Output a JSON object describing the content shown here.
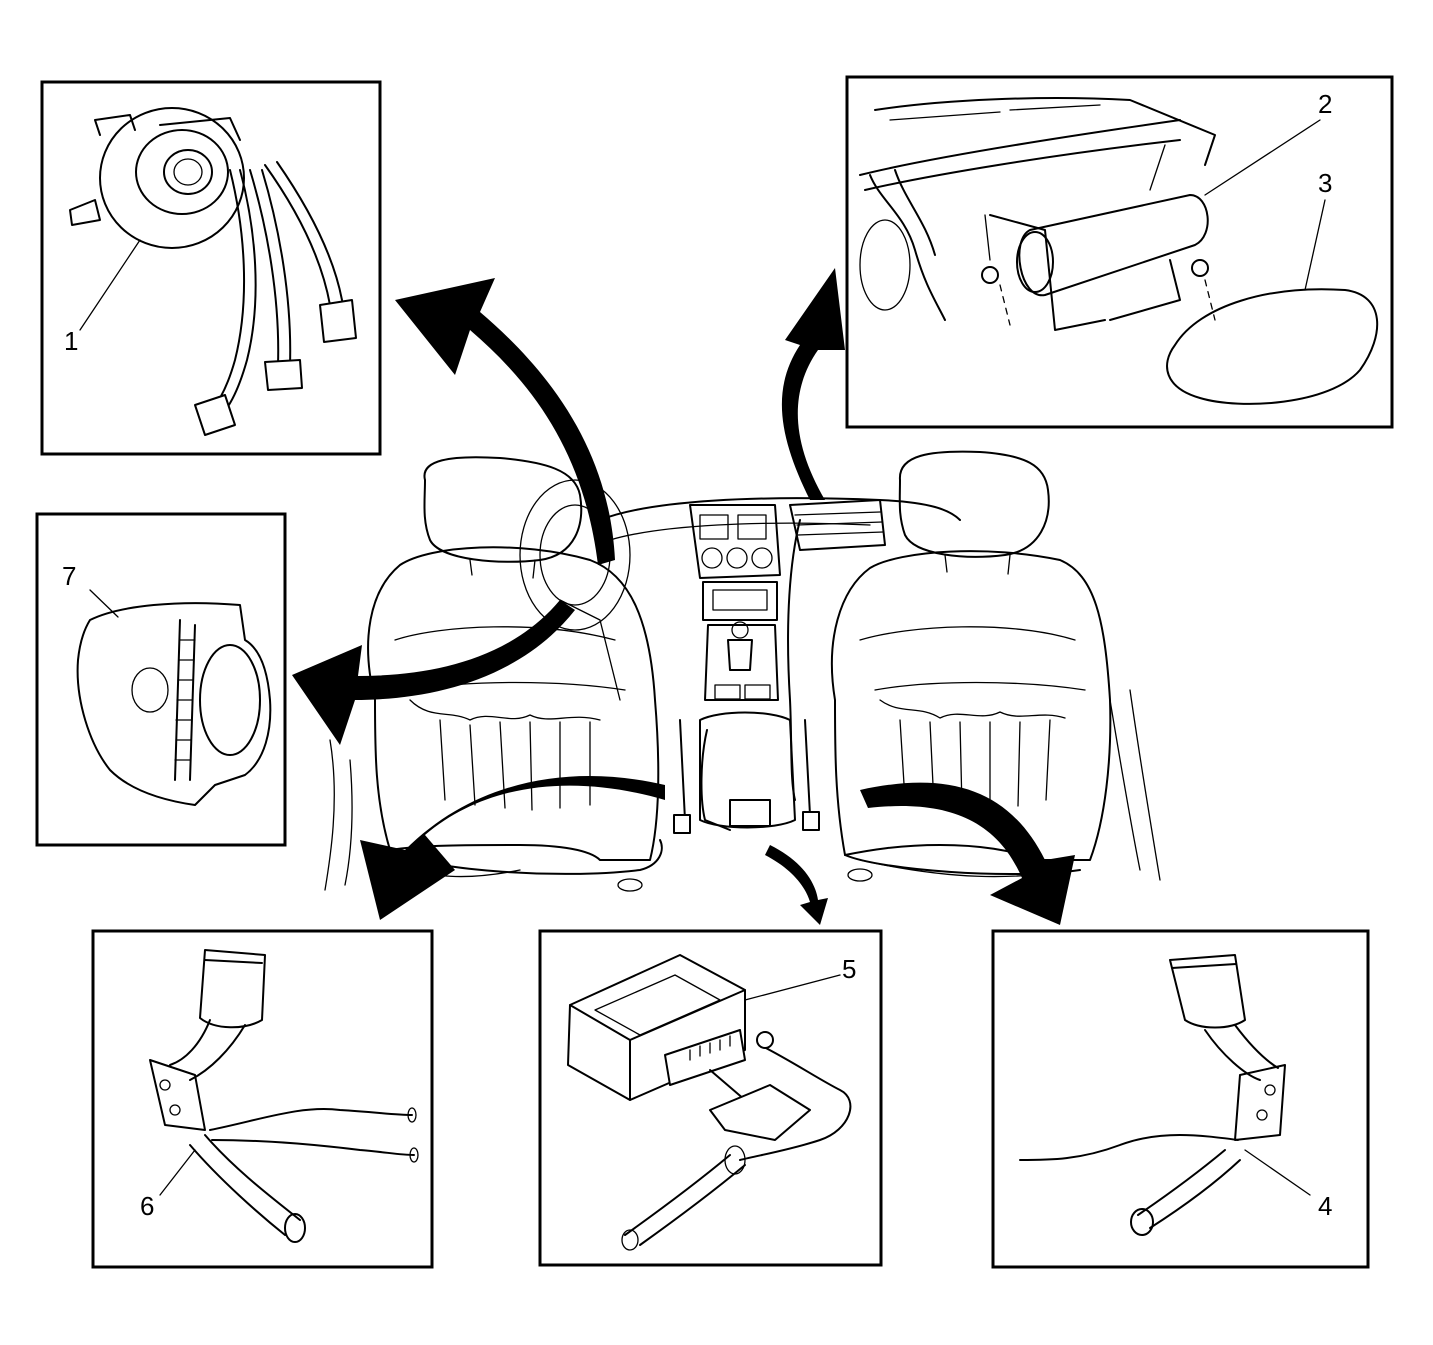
{
  "callouts": [
    {
      "id": "1",
      "text": "1"
    },
    {
      "id": "2",
      "text": "2"
    },
    {
      "id": "3",
      "text": "3"
    },
    {
      "id": "4",
      "text": "4"
    },
    {
      "id": "5",
      "text": "5"
    },
    {
      "id": "6",
      "text": "6"
    },
    {
      "id": "7",
      "text": "7"
    }
  ],
  "insets": [
    {
      "name": "steering-wheel-coil-inset",
      "callout": "1"
    },
    {
      "name": "passenger-airbag-inset",
      "callouts": [
        "2",
        "3"
      ]
    },
    {
      "name": "driver-airbag-inset",
      "callout": "7"
    },
    {
      "name": "driver-seatbelt-pretensioner-inset",
      "callout": "6"
    },
    {
      "name": "sensing-diagnostic-module-inset",
      "callout": "5"
    },
    {
      "name": "passenger-seatbelt-pretensioner-inset",
      "callout": "4"
    }
  ]
}
